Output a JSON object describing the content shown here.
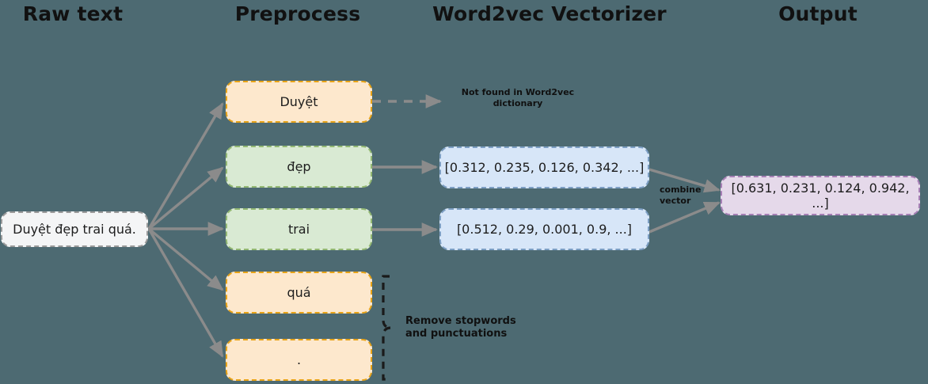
{
  "diagram": {
    "title_row": [
      {
        "label": "Raw text"
      },
      {
        "label": "Preprocess"
      },
      {
        "label": "Word2vec Vectorizer"
      },
      {
        "label": "Output"
      }
    ],
    "raw_text": {
      "value": "Duyệt đẹp trai quá."
    },
    "tokens": [
      {
        "label": "Duyệt",
        "style": "orange"
      },
      {
        "label": "đẹp",
        "style": "green"
      },
      {
        "label": "trai",
        "style": "green"
      },
      {
        "label": "quá",
        "style": "orange"
      },
      {
        "label": ".",
        "style": "orange"
      }
    ],
    "vectors": [
      {
        "label": "[0.312, 0.235, 0.126, 0.342, ...]"
      },
      {
        "label": "[0.512, 0.29, 0.001, 0.9, ...]"
      }
    ],
    "output": {
      "label": "[0.631, 0.231, 0.124, 0.942, ...]"
    },
    "annotations": {
      "not_found": "Not found in Word2vec\ndictionary",
      "combine": "combine\nvector",
      "remove_stopwords": "Remove stopwords\nand punctuations"
    },
    "colors": {
      "background": "#4d6a72",
      "orange_fill": "#fde8cd",
      "orange_border": "#e8a317",
      "green_fill": "#d9ead3",
      "green_border": "#93b872",
      "blue_fill": "#d7e6f8",
      "blue_border": "#7d9fc4",
      "pink_fill": "#e5d9ea",
      "pink_border": "#a67fb5",
      "raw_fill": "#f4f5f6",
      "raw_border": "#9a9a9a",
      "arrow": "#8b8b8b",
      "text": "#111111"
    }
  }
}
